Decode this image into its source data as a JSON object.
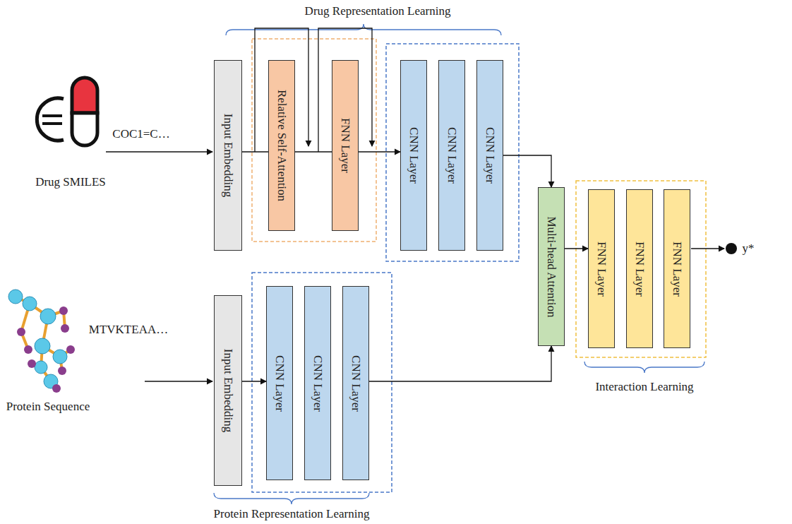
{
  "diagram": {
    "nodes": [
      {
        "text": [
          "Input Embedding"
        ]
      },
      {
        "text": [
          "Relative Self-Attention"
        ]
      },
      {
        "text": [
          "FNN Layer"
        ]
      },
      {
        "text": [
          "CNN Layer"
        ]
      },
      {
        "text": [
          "CNN Layer"
        ]
      },
      {
        "text": [
          "CNN Layer"
        ]
      },
      {
        "text": [
          "Input Embedding"
        ]
      },
      {
        "text": [
          "CNN Layer"
        ]
      },
      {
        "text": [
          "CNN Layer"
        ]
      },
      {
        "text": [
          "CNN Layer"
        ]
      },
      {
        "text": [
          "Multi-head Attention"
        ]
      },
      {
        "text": [
          "FNN Layer"
        ]
      },
      {
        "text": [
          "FNN Layer"
        ]
      },
      {
        "text": [
          "FNN Layer"
        ]
      }
    ],
    "edges": [
      {
        "from": 0,
        "to": 1,
        "arrow": "none"
      },
      {
        "from": 1,
        "to": 2,
        "arrow": "none"
      },
      {
        "from": 2,
        "to": 3,
        "arrow": "to"
      },
      {
        "from": 5,
        "to": 10,
        "arrow": "to"
      },
      {
        "from": 6,
        "to": 7,
        "arrow": "to"
      },
      {
        "from": 9,
        "to": 10,
        "arrow": "to"
      },
      {
        "from": 10,
        "to": 11,
        "arrow": "to"
      }
    ],
    "labels": [
      "Drug Representation Learning",
      "COC1=C…",
      "Drug SMILES",
      "MTVKTEAA…",
      "Protein Sequence",
      "Protein Representation Learning",
      "Interaction Learning",
      "y*"
    ]
  }
}
